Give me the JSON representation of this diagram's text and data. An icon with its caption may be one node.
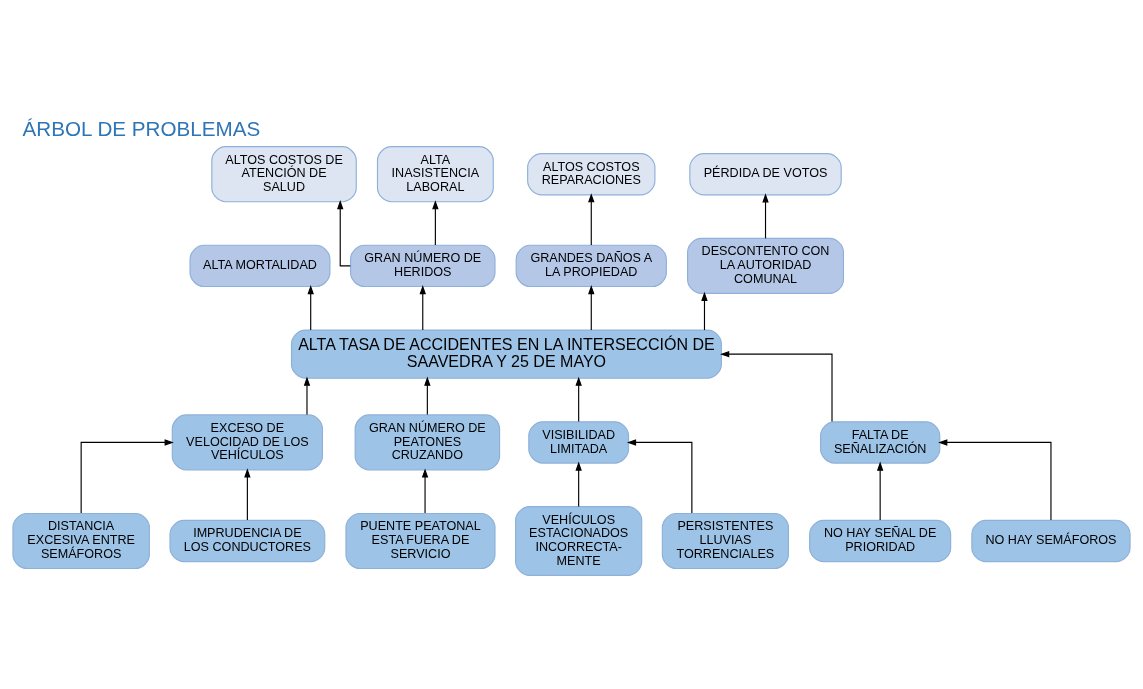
{
  "diagram": {
    "title": "ÁRBOL DE PROBLEMAS",
    "nodes": [
      {
        "text": [
          "ALTOS COSTOS DE ATENCIÓN DE SALUD"
        ]
      },
      {
        "text": [
          "ALTA INASISTENCIA LABORAL"
        ]
      },
      {
        "text": [
          "ALTOS COSTOS REPARACIONES"
        ]
      },
      {
        "text": [
          "PÉRDIDA DE VOTOS"
        ]
      },
      {
        "text": [
          "ALTA MORTALIDAD"
        ]
      },
      {
        "text": [
          "GRAN NÚMERO DE HERIDOS"
        ]
      },
      {
        "text": [
          "GRANDES DAÑOS A LA PROPIEDAD"
        ]
      },
      {
        "text": [
          "DESCONTENTO CON LA AUTORIDAD COMUNAL"
        ]
      },
      {
        "text": [
          "ALTA TASA DE ACCIDENTES EN LA INTERSECCIÓN DE SAAVEDRA Y 25 DE MAYO"
        ]
      },
      {
        "text": [
          "EXCESO DE VELOCIDAD DE LOS VEHÍCULOS"
        ]
      },
      {
        "text": [
          "GRAN NÚMERO DE PEATONES CRUZANDO"
        ]
      },
      {
        "text": [
          "VISIBILIDAD LIMITADA"
        ]
      },
      {
        "text": [
          "FALTA DE SEÑALIZACIÓN"
        ]
      },
      {
        "text": [
          "DISTANCIA EXCESIVA ENTRE SEMÁFOROS"
        ]
      },
      {
        "text": [
          "IMPRUDENCIA DE LOS CONDUCTORES"
        ]
      },
      {
        "text": [
          "PUENTE PEATONAL ESTA FUERA DE SERVICIO"
        ]
      },
      {
        "text": [
          "VEHÍCULOS ESTACIONADOS INCORRECTA- MENTE"
        ]
      },
      {
        "text": [
          "PERSISTENTES LLUVIAS TORRENCIALES"
        ]
      },
      {
        "text": [
          "NO HAY SEÑAL DE PRIORIDAD"
        ]
      },
      {
        "text": [
          "NO HAY SEMÁFOROS"
        ]
      }
    ],
    "edges": [
      {
        "from": 5,
        "to": 0,
        "arrow": "to"
      },
      {
        "from": 5,
        "to": 1,
        "arrow": "to"
      },
      {
        "from": 6,
        "to": 2,
        "arrow": "to"
      },
      {
        "from": 7,
        "to": 3,
        "arrow": "to"
      },
      {
        "from": 8,
        "to": 4,
        "arrow": "to"
      },
      {
        "from": 8,
        "to": 5,
        "arrow": "to"
      },
      {
        "from": 8,
        "to": 6,
        "arrow": "to"
      },
      {
        "from": 8,
        "to": 7,
        "arrow": "to"
      },
      {
        "from": 9,
        "to": 8,
        "arrow": "to"
      },
      {
        "from": 10,
        "to": 8,
        "arrow": "to"
      },
      {
        "from": 11,
        "to": 8,
        "arrow": "to"
      },
      {
        "from": 12,
        "to": 8,
        "arrow": "to"
      },
      {
        "from": 13,
        "to": 9,
        "arrow": "to"
      },
      {
        "from": 14,
        "to": 9,
        "arrow": "to"
      },
      {
        "from": 15,
        "to": 10,
        "arrow": "to"
      },
      {
        "from": 16,
        "to": 11,
        "arrow": "to"
      },
      {
        "from": 17,
        "to": 11,
        "arrow": "to"
      },
      {
        "from": 18,
        "to": 12,
        "arrow": "to"
      },
      {
        "from": 19,
        "to": 12,
        "arrow": "to"
      }
    ]
  }
}
